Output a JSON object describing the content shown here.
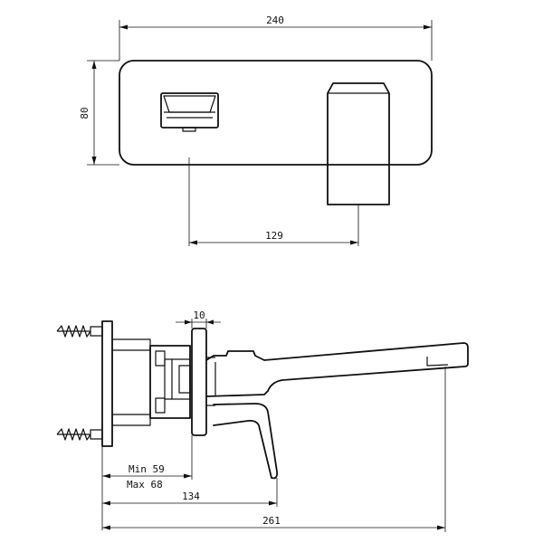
{
  "top_view": {
    "width_label": "240",
    "height_label": "80",
    "spout_offset_label": "129"
  },
  "side_view": {
    "plate_thickness_label": "10",
    "min_depth_label": "Min 59",
    "max_depth_label": "Max 68",
    "lever_reach_label": "134",
    "spout_reach_label": "261"
  }
}
